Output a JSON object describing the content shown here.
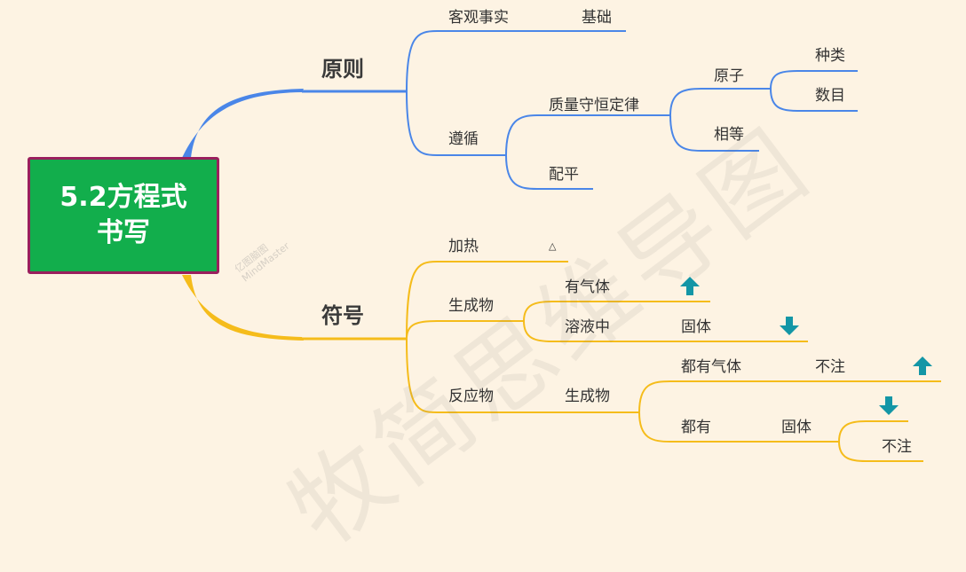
{
  "root": {
    "line1": "5.2方程式",
    "line2": "书写"
  },
  "branches": {
    "principle": {
      "label": "原则",
      "objective": {
        "label": "客观事实",
        "child": "基础"
      },
      "follow": {
        "label": "遵循",
        "conservation": {
          "label": "质量守恒定律",
          "atom": {
            "label": "原子",
            "kind": "种类",
            "number": "数目"
          },
          "equal": "相等"
        },
        "balance": "配平"
      }
    },
    "symbol": {
      "label": "符号",
      "heating": {
        "label": "加热",
        "sign": "△"
      },
      "product": {
        "label": "生成物",
        "gas": {
          "label": "有气体",
          "arrow_icon": "arrow-up-icon"
        },
        "solution": {
          "label": "溶液中",
          "solid": "固体",
          "arrow_icon": "arrow-down-icon"
        }
      },
      "reactant": {
        "label": "反应物",
        "product": "生成物",
        "all_gas": {
          "label": "都有气体",
          "note": "不注",
          "arrow_icon": "arrow-up-icon"
        },
        "all_have": {
          "label": "都有",
          "solid": "固体",
          "arrow_icon": "arrow-down-icon",
          "note": "不注"
        }
      }
    }
  },
  "watermark": {
    "text": "牧简思维导图",
    "logo_line1": "亿图脑图",
    "logo_line2": "MindMaster"
  },
  "colors": {
    "blue": "#4a86e8",
    "yellow": "#f5bc1b",
    "root_fill": "#12ae4c",
    "root_border": "#9a1f5d",
    "arrow": "#1396a6",
    "background": "#fdf3e3"
  }
}
